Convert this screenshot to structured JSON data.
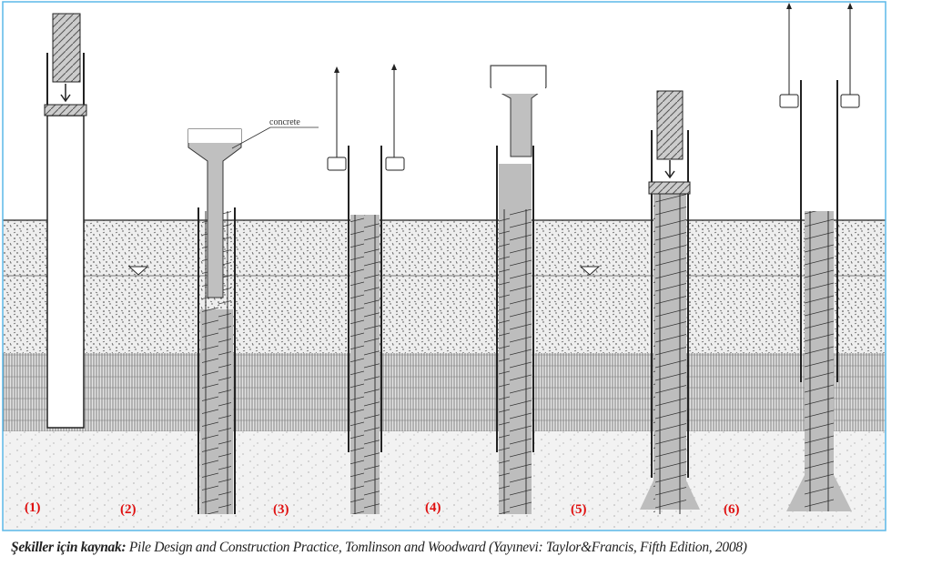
{
  "diagram": {
    "concrete_label": "concrete",
    "step_labels": [
      "(1)",
      "(2)",
      "(3)",
      "(4)",
      "(5)",
      "(6)"
    ],
    "colors": {
      "frame": "#5bb8e8",
      "label": "#e01010",
      "concrete": "#bdbdbd"
    }
  },
  "caption": {
    "source_label": "Şekiller için kaynak:",
    "text": "Pile Design and Construction Practice, Tomlinson and Woodward (Yayınevi:  Taylor&Francis, Fifth Edition, 2008)"
  }
}
